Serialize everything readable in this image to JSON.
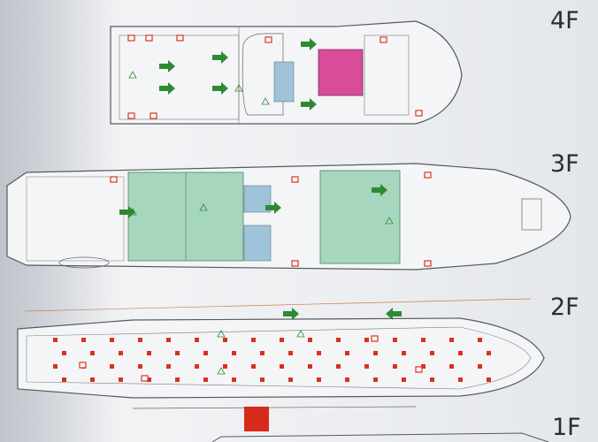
{
  "floors": [
    {
      "label": "4F"
    },
    {
      "label": "3F"
    },
    {
      "label": "2F"
    },
    {
      "label": "1F"
    }
  ],
  "colors": {
    "room_green": "#a7d6bf",
    "room_magenta": "#d94c9a",
    "room_blue": "#9fc3d8",
    "arrow_green": "#2f8a2f",
    "seat_red": "#d8321e",
    "outline": "#55595f"
  },
  "icons": [
    "exit-arrow-icon",
    "fire-extinguisher-icon",
    "seat-icon",
    "life-jacket-icon",
    "fire-alarm-icon"
  ]
}
